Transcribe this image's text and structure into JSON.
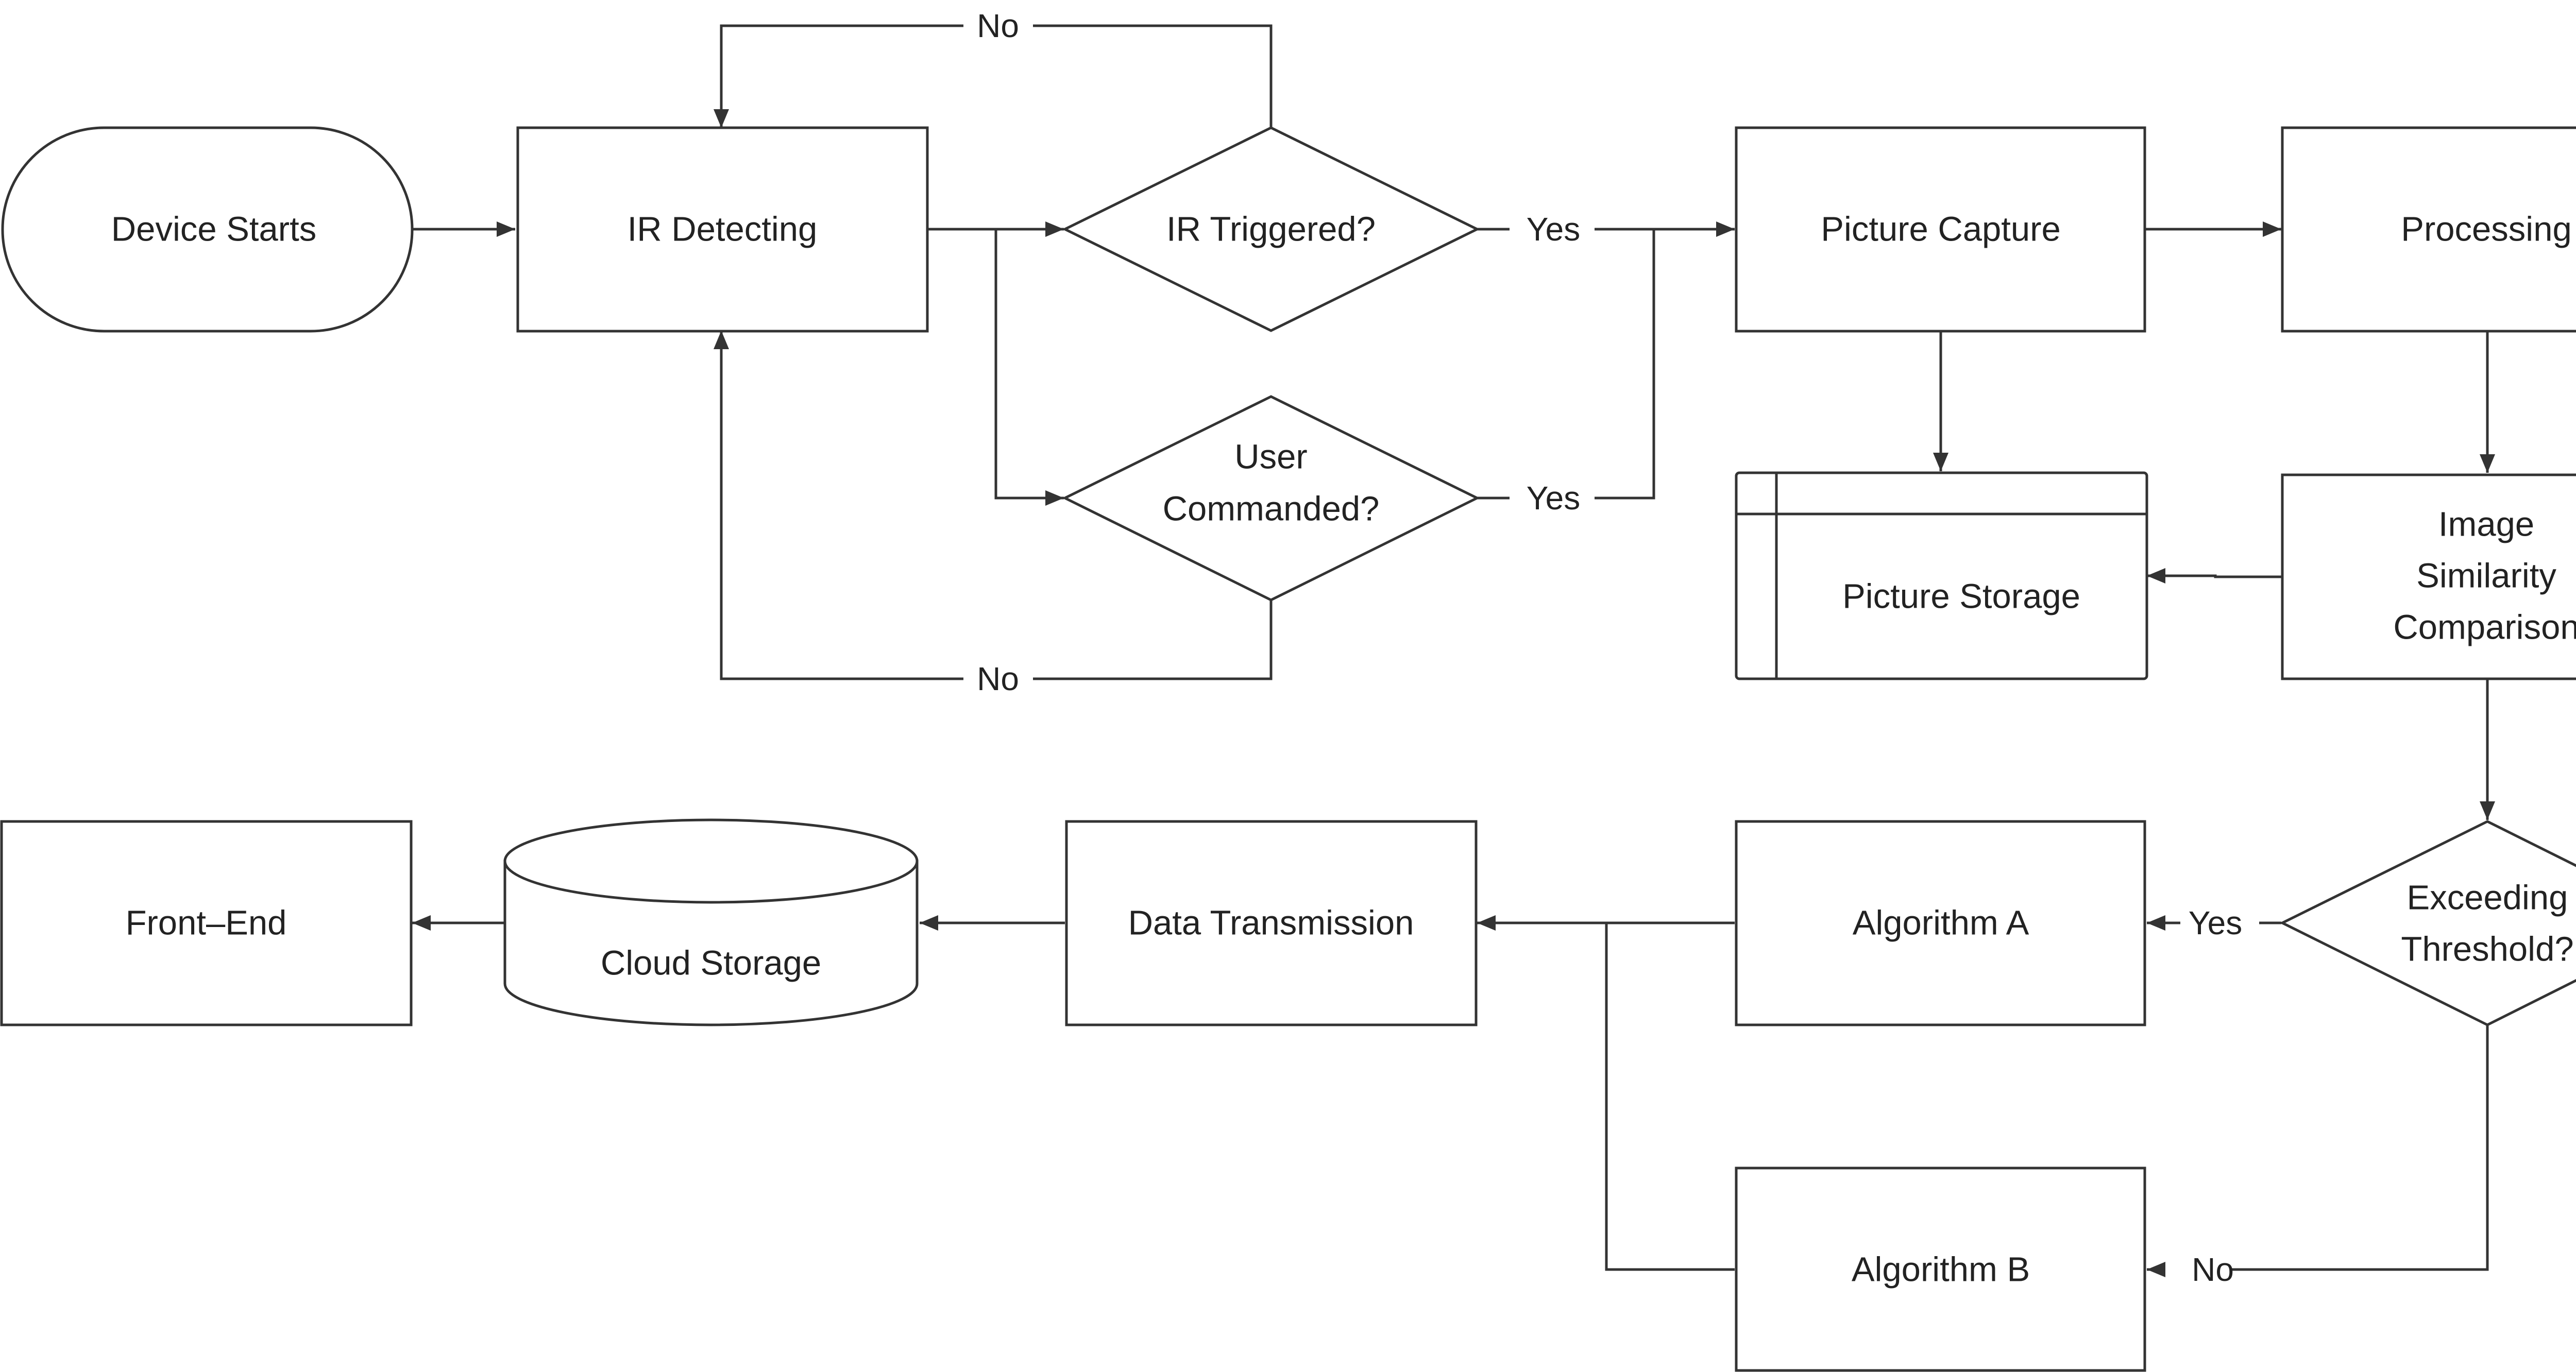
{
  "nodes": {
    "device_starts": "Device Starts",
    "ir_detecting": "IR Detecting",
    "ir_triggered": "IR Triggered?",
    "user_commanded": [
      "User",
      "Commanded?"
    ],
    "picture_capture": "Picture Capture",
    "processing": "Processing",
    "picture_storage": "Picture Storage",
    "image_similarity": [
      "Image",
      "Similarity",
      "Comparison"
    ],
    "exceeding_threshold": [
      "Exceeding",
      "Threshold?"
    ],
    "algorithm_a": "Algorithm A",
    "algorithm_b": "Algorithm B",
    "data_transmission": "Data Transmission",
    "cloud_storage": "Cloud Storage",
    "front_end": "Front–End"
  },
  "edges": {
    "ir_no": "No",
    "ir_yes": "Yes",
    "user_yes": "Yes",
    "user_no": "No",
    "threshold_yes": "Yes",
    "threshold_no": "No"
  },
  "style": {
    "stroke": "#333333",
    "fill": "#ffffff",
    "text": "#222222"
  }
}
